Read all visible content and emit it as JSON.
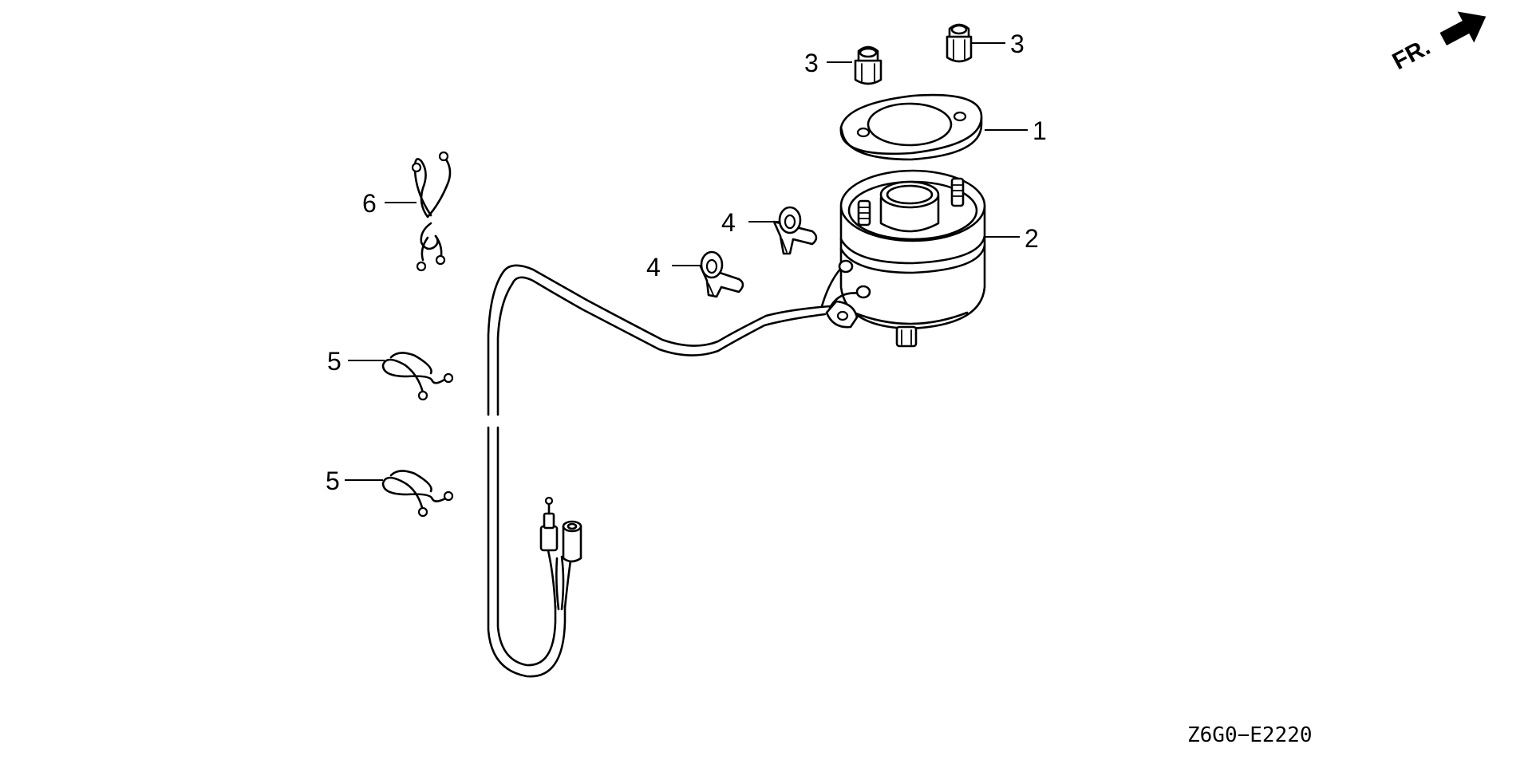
{
  "diagram_code": "Z6G0−E2220",
  "front_indicator": {
    "label": "FR.",
    "icon": "arrow-right-icon"
  },
  "callouts": [
    {
      "id": "callout-1",
      "number": "1"
    },
    {
      "id": "callout-2",
      "number": "2"
    },
    {
      "id": "callout-3a",
      "number": "3"
    },
    {
      "id": "callout-3b",
      "number": "3"
    },
    {
      "id": "callout-4a",
      "number": "4"
    },
    {
      "id": "callout-4b",
      "number": "4"
    },
    {
      "id": "callout-5a",
      "number": "5"
    },
    {
      "id": "callout-5b",
      "number": "5"
    },
    {
      "id": "callout-6",
      "number": "6"
    }
  ]
}
